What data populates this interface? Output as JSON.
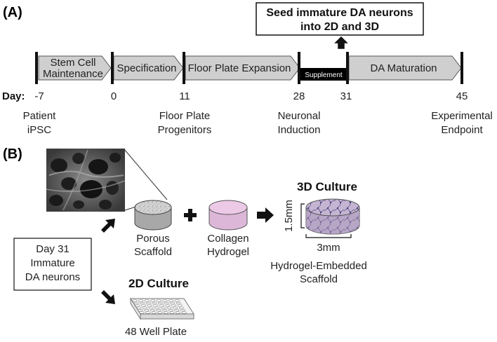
{
  "panel_a": {
    "label": "(A)",
    "callout": {
      "line1": "Seed immature DA neurons",
      "line2": "into 2D and 3D"
    },
    "stages": {
      "stem_cell_line1": "Stem Cell",
      "stem_cell_line2": "Maintenance",
      "specification": "Specification",
      "floor_plate_expansion": "Floor Plate Expansion",
      "supplement": "Supplement",
      "da_maturation": "DA Maturation"
    },
    "day_label": "Day:",
    "days": {
      "d1": "-7",
      "d2": "0",
      "d3": "11",
      "d4": "28",
      "d5": "31",
      "d6": "45"
    },
    "milestones": {
      "patient_line1": "Patient",
      "patient_line2": "iPSC",
      "floor_plate_line1": "Floor Plate",
      "floor_plate_line2": "Progenitors",
      "neuronal_line1": "Neuronal",
      "neuronal_line2": "Induction",
      "endpoint_line1": "Experimental",
      "endpoint_line2": "Endpoint"
    }
  },
  "panel_b": {
    "label": "(B)",
    "day31_box": {
      "line1": "Day 31",
      "line2": "Immature",
      "line3": "DA neurons"
    },
    "porous_scaffold": {
      "line1": "Porous",
      "line2": "Scaffold"
    },
    "collagen_hydrogel": {
      "line1": "Collagen",
      "line2": "Hydrogel"
    },
    "culture_3d": {
      "title": "3D Culture",
      "height": "1.5mm",
      "width": "3mm",
      "caption_line1": "Hydrogel-Embedded",
      "caption_line2": "Scaffold"
    },
    "culture_2d": {
      "title": "2D Culture",
      "plate": "48 Well Plate"
    }
  },
  "colors": {
    "arrow_fill": "#cfcfcf",
    "supplement_fill": "#000000",
    "hydrogel_fill": "#ecc9e6",
    "scaffold_fill": "#bdbdbd",
    "culture3d_fill": "#b7a4c4"
  }
}
